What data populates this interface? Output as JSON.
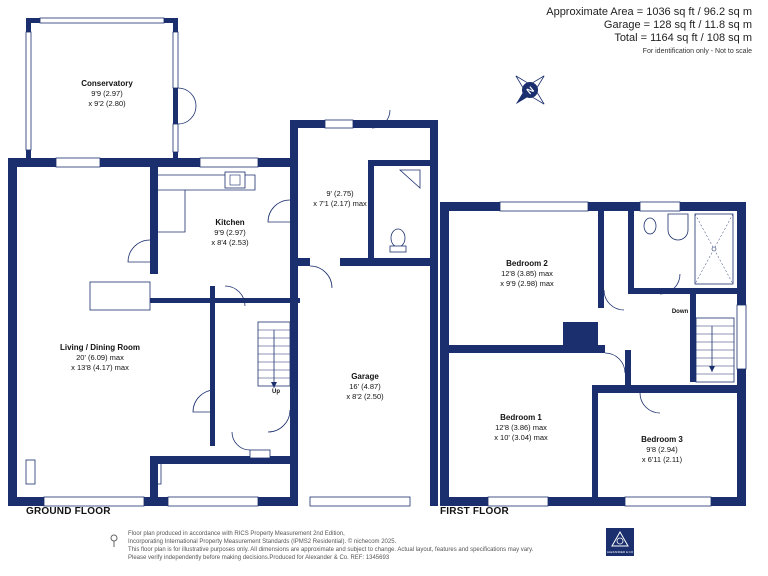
{
  "summary": {
    "approx_area": "Approximate Area = 1036 sq ft / 96.2 sq m",
    "garage_area": "Garage = 128 sq ft / 11.8 sq m",
    "total_area": "Total = 1164 sq ft / 108 sq m",
    "note": "For identification only - Not to scale"
  },
  "compass": {
    "letter": "N"
  },
  "ground_floor": {
    "label": "GROUND FLOOR",
    "rooms": [
      {
        "name": "Conservatory",
        "dims": [
          "9'9 (2.97)",
          "x 9'2 (2.80)"
        ]
      },
      {
        "name": "Kitchen",
        "dims": [
          "9'9 (2.97)",
          "x 8'4 (2.53)"
        ]
      },
      {
        "name": "",
        "dims": [
          "9' (2.75)",
          "x 7'1 (2.17) max"
        ]
      },
      {
        "name": "Living / Dining Room",
        "dims": [
          "20' (6.09) max",
          "x 13'8 (4.17) max"
        ]
      },
      {
        "name": "Garage",
        "dims": [
          "16' (4.87)",
          "x 8'2 (2.50)"
        ]
      }
    ],
    "stair_label": "Up"
  },
  "first_floor": {
    "label": "FIRST FLOOR",
    "rooms": [
      {
        "name": "Bedroom 2",
        "dims": [
          "12'8 (3.85) max",
          "x 9'9 (2.98) max"
        ]
      },
      {
        "name": "Bedroom 1",
        "dims": [
          "12'8 (3.86) max",
          "x 10' (3.04) max"
        ]
      },
      {
        "name": "Bedroom 3",
        "dims": [
          "9'8 (2.94)",
          "x 6'11 (2.11)"
        ]
      }
    ],
    "stair_label": "Down"
  },
  "footer": {
    "lines": [
      "Floor plan produced in accordance with RICS Property Measurement 2nd Edition,",
      "Incorporating International Property Measurement Standards (IPMS2 Residential). © nichecom 2025.",
      "This floor plan is for illustrative purposes only. All dimensions are approximate and subject to change. Actual layout, features and specifications may vary.",
      "Please verify independently before making decisions.Produced for Alexander & Co.  REF: 1345693"
    ]
  },
  "logo": {
    "text": "ALEXANDER & CO"
  },
  "colors": {
    "wall": "#1b2f6e",
    "floor": "#ffffff",
    "fixture": "#444444"
  }
}
